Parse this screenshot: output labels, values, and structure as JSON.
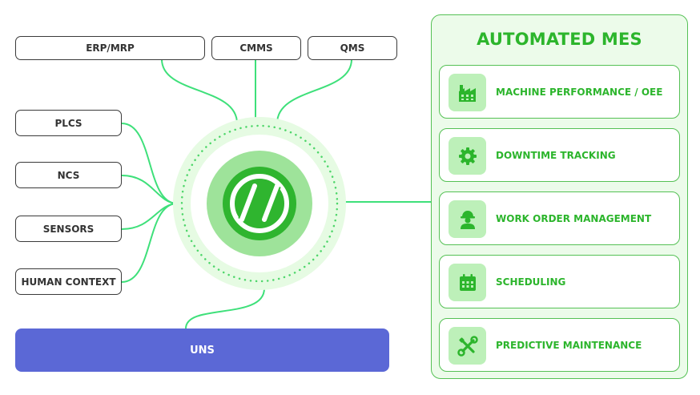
{
  "sources_top": [
    {
      "label": "ERP/MRP"
    },
    {
      "label": "CMMS"
    },
    {
      "label": "QMS"
    }
  ],
  "sources_left": [
    {
      "label": "PLCS"
    },
    {
      "label": "NCS"
    },
    {
      "label": "SENSORS"
    },
    {
      "label": "HUMAN CONTEXT"
    }
  ],
  "uns": {
    "label": "UNS"
  },
  "hub": {
    "icon": "double-slash-logo-icon"
  },
  "mes": {
    "title": "AUTOMATED MES",
    "items": [
      {
        "label": "MACHINE PERFORMANCE / OEE",
        "icon": "factory-icon"
      },
      {
        "label": "DOWNTIME TRACKING",
        "icon": "gear-icon"
      },
      {
        "label": "WORK ORDER MANAGEMENT",
        "icon": "worker-icon"
      },
      {
        "label": "SCHEDULING",
        "icon": "calendar-icon"
      },
      {
        "label": "PREDICTIVE MAINTENANCE",
        "icon": "tools-icon"
      }
    ]
  },
  "colors": {
    "connector": "#3ee07a",
    "mes_green": "#2cb52c",
    "uns_blue": "#5b68d6",
    "hub_outer": "#e6fbe3",
    "hub_mid": "#9ee39a",
    "hub_inner": "#2fb52f"
  }
}
